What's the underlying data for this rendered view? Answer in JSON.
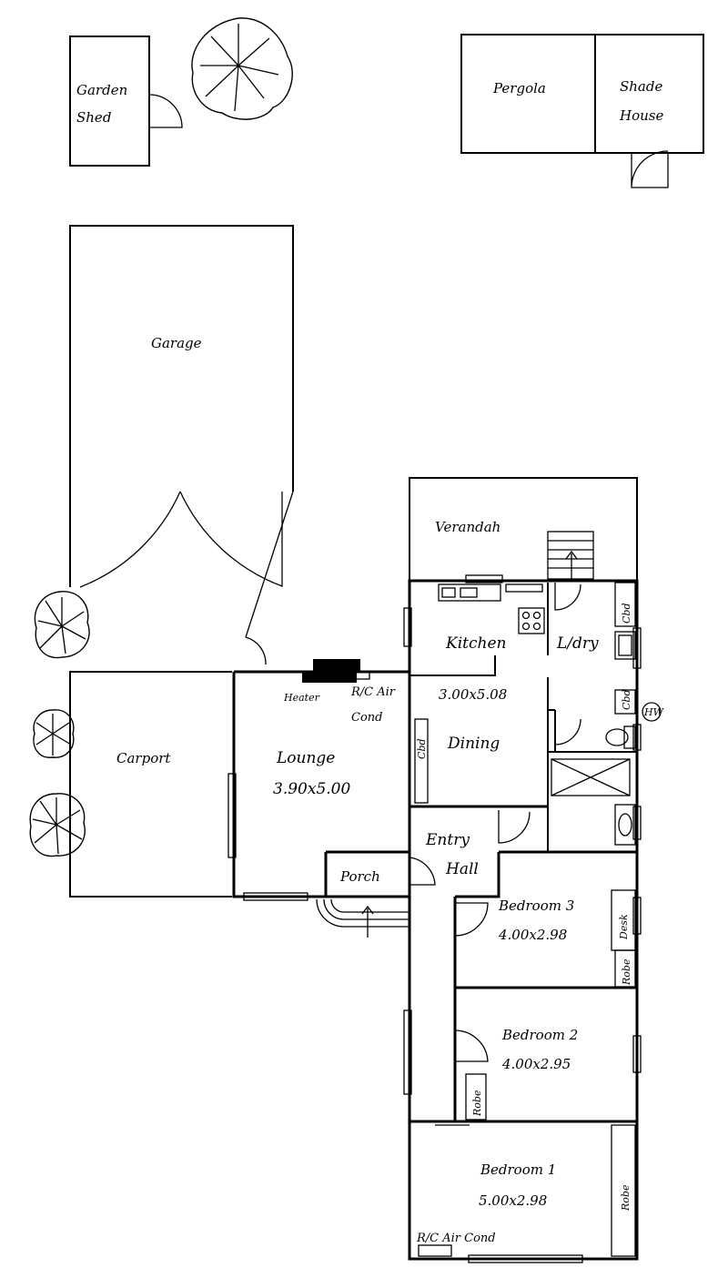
{
  "outbuildings": {
    "garden_shed": [
      "Garden",
      "Shed"
    ],
    "pergola": "Pergola",
    "shade_house": [
      "Shade",
      "House"
    ],
    "garage": "Garage",
    "carport": "Carport"
  },
  "rooms": {
    "verandah": "Verandah",
    "kitchen": "Kitchen",
    "laundry": "L/dry",
    "dining_dims": "3.00x5.08",
    "dining": "Dining",
    "lounge": "Lounge",
    "lounge_dims": "3.90x5.00",
    "entry": "Entry",
    "hall": "Hall",
    "porch": "Porch",
    "bedroom3": "Bedroom 3",
    "bedroom3_dims": "4.00x2.98",
    "bedroom2": "Bedroom 2",
    "bedroom2_dims": "4.00x2.95",
    "bedroom1": "Bedroom 1",
    "bedroom1_dims": "5.00x2.98"
  },
  "fixtures": {
    "heater": "Heater",
    "rc_air_lounge": [
      "R/C Air",
      "Cond"
    ],
    "rc_air_bed1": "R/C Air Cond",
    "cbd": "Cbd",
    "robe": "Robe",
    "desk": "Desk",
    "hws": "HW"
  }
}
